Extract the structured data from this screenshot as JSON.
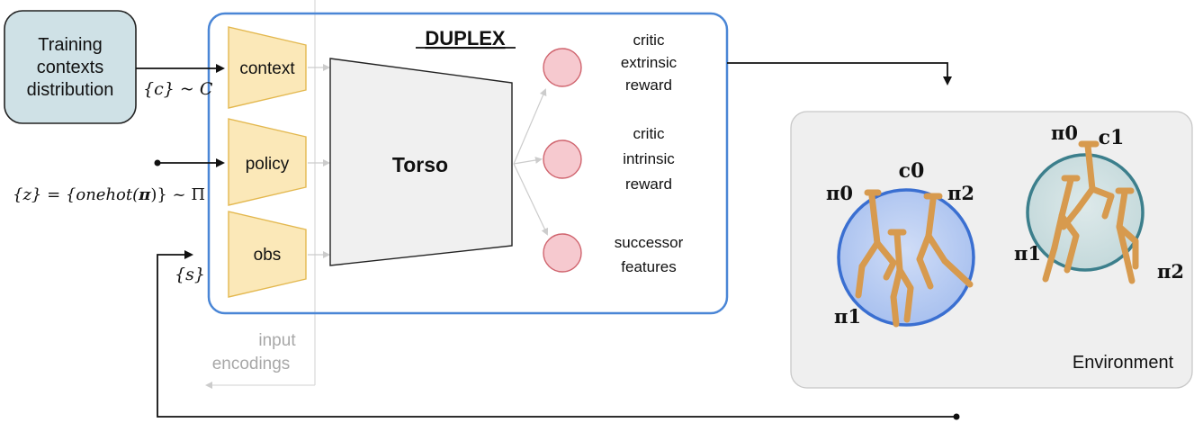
{
  "training_box": {
    "lines": [
      "Training",
      "contexts",
      "distribution"
    ]
  },
  "duplex": {
    "title": "DUPLEX"
  },
  "encoders": [
    "context",
    "policy",
    "obs"
  ],
  "torso": {
    "label": "Torso"
  },
  "heads": [
    {
      "lines": [
        "critic",
        "extrinsic",
        "reward"
      ]
    },
    {
      "lines": [
        "critic",
        "intrinsic",
        "reward"
      ]
    },
    {
      "lines": [
        "successor",
        "features"
      ]
    }
  ],
  "inputs": {
    "context_set": "{c} ~ C",
    "policy_set_open": "{z} = {onehot(",
    "policy_set_pi": "π",
    "policy_set_close": ")} ~ Π",
    "state_set": "{s}"
  },
  "input_encodings": {
    "line1": "input",
    "line2": "encodings"
  },
  "environment": {
    "label": "Environment",
    "context_labels": [
      "c0",
      "c1"
    ],
    "policy_labels_left": [
      "π0",
      "π2",
      "π1"
    ],
    "policy_labels_right": [
      "π0",
      "π1",
      "π2"
    ]
  },
  "colors": {
    "duplex_border": "#4a86d6",
    "training_fill": "#cfe1e6",
    "encoder_fill": "#fbe8b8",
    "encoder_border": "#e3b84f",
    "torso_fill": "#f0f0f0",
    "head_fill": "#f6c9cf",
    "head_border": "#d0656f",
    "env_fill": "#efefef",
    "circle_left_fill": "#b8cdf2",
    "circle_left_border": "#3a6fd1",
    "circle_right_fill": "#cfe1e2",
    "circle_right_border": "#3c7f8c",
    "robot": "#d79a4e"
  }
}
